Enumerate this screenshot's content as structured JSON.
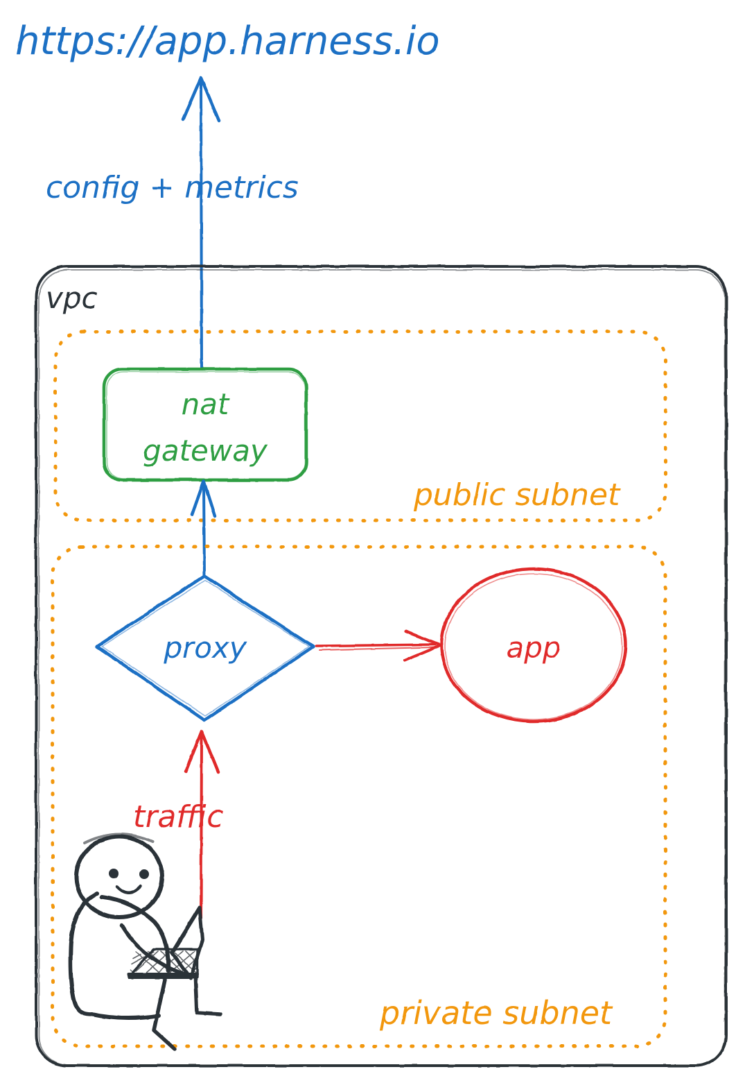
{
  "diagram": {
    "title_url": "https://app.harness.io",
    "colors": {
      "blue": "#1f6fc4",
      "green": "#2e9e43",
      "orange": "#f2970c",
      "red": "#e02b2b",
      "ink": "#2b3137",
      "background": "#ffffff"
    },
    "edge_labels": {
      "config_metrics": "config + metrics",
      "traffic": "traffic"
    },
    "containers": [
      {
        "id": "vpc",
        "label": "vpc",
        "style": "solid-rounded",
        "color": "#2b3137",
        "label_position": "top-left"
      },
      {
        "id": "public-subnet",
        "label": "public subnet",
        "style": "dotted-rounded",
        "color": "#f2970c",
        "label_position": "bottom-right"
      },
      {
        "id": "private-subnet",
        "label": "private subnet",
        "style": "dotted-rounded",
        "color": "#f2970c",
        "label_position": "bottom-right"
      }
    ],
    "nodes": [
      {
        "id": "nat-gateway",
        "label_line1": "nat",
        "label_line2": "gateway",
        "shape": "rounded-rectangle",
        "color": "#2e9e43",
        "container": "public-subnet"
      },
      {
        "id": "proxy",
        "label": "proxy",
        "shape": "diamond",
        "color": "#1f6fc4",
        "container": "private-subnet"
      },
      {
        "id": "app",
        "label": "app",
        "shape": "ellipse",
        "color": "#e02b2b",
        "container": "private-subnet"
      },
      {
        "id": "user",
        "label": "",
        "shape": "stick-figure-with-laptop",
        "color": "#2b3137",
        "container": "private-subnet"
      }
    ],
    "edges": [
      {
        "id": "nat-to-harness",
        "from": "nat-gateway",
        "to": "https://app.harness.io",
        "label": "config + metrics",
        "color": "#1f6fc4",
        "direction": "up"
      },
      {
        "id": "proxy-to-nat",
        "from": "proxy",
        "to": "nat-gateway",
        "label": "",
        "color": "#1f6fc4",
        "direction": "up"
      },
      {
        "id": "proxy-to-app",
        "from": "proxy",
        "to": "app",
        "label": "",
        "color": "#e02b2b",
        "direction": "right"
      },
      {
        "id": "user-to-proxy",
        "from": "user",
        "to": "proxy",
        "label": "traffic",
        "color": "#e02b2b",
        "direction": "up"
      }
    ]
  }
}
